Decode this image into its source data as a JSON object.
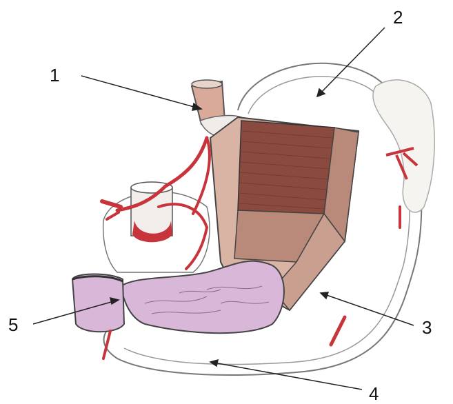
{
  "labels": [
    {
      "id": "1",
      "text": "1"
    },
    {
      "id": "2",
      "text": "2"
    },
    {
      "id": "3",
      "text": "3"
    },
    {
      "id": "4",
      "text": "4"
    },
    {
      "id": "5",
      "text": "5"
    }
  ],
  "colors": {
    "outline": "#555555",
    "muscle_dark": "#8a4a3f",
    "muscle_mid": "#b98a79",
    "muscle_light": "#d9b3a4",
    "mucosa": "#d8b7d8",
    "vessel": "#c8343b",
    "esophagus": "#d9a99a"
  }
}
